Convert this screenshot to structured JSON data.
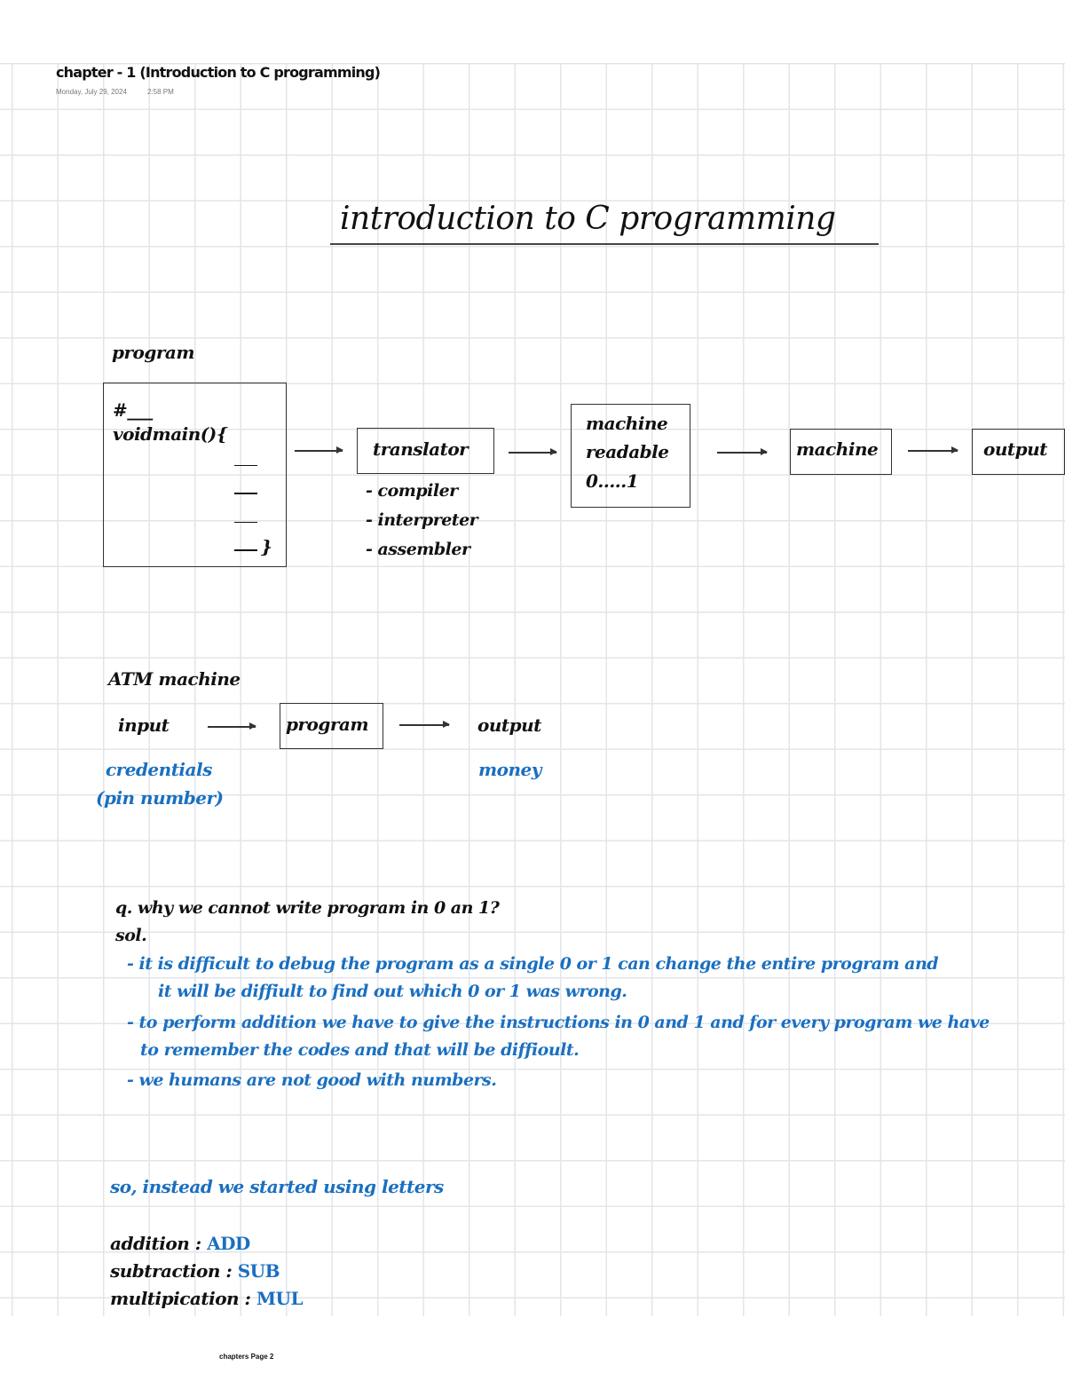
{
  "header": {
    "title": "chapter - 1 (Introduction to C programming)",
    "date": "Monday, July 29, 2024",
    "time": "2:58 PM"
  },
  "page_title": "introduction to C programming",
  "program_section": {
    "label": "program",
    "code_lines": [
      "#___",
      "voidmain(){"
    ],
    "closing_brace": "}",
    "translator": {
      "label": "translator",
      "types": [
        "- compiler",
        "- interpreter",
        "- assembler"
      ]
    },
    "machine_readable": [
      "machine",
      "readable",
      "0.....1"
    ],
    "machine": "machine",
    "output": "output"
  },
  "atm_section": {
    "label": "ATM machine",
    "input": "input",
    "program": "program",
    "output": "output",
    "input_example": [
      "credentials",
      "(pin number)"
    ],
    "output_example": "money"
  },
  "question": {
    "q": "q. why we cannot write program in 0 an 1?",
    "sol": "sol.",
    "answers": [
      "- it is difficult to debug the program as a single 0 or 1 can change the entire program and",
      "it will be diffiult to find out which 0 or 1 was wrong.",
      "- to perform addition we have to give the instructions in 0 and 1 and for every program we have",
      "to remember the codes and that will be diffioult.",
      "- we humans are not good with numbers."
    ]
  },
  "letters_section": {
    "intro": "so, instead we started using letters",
    "mnemonics": [
      {
        "op": "addition :",
        "code": "ADD"
      },
      {
        "op": "subtraction :",
        "code": "SUB"
      },
      {
        "op": "multipication :",
        "code": "MUL"
      }
    ]
  },
  "footer": {
    "page_label": "chapters Page 2"
  },
  "colors": {
    "ink": "#111111",
    "blue_ink": "#1a6fc0",
    "grid": "#e2e5ea"
  }
}
